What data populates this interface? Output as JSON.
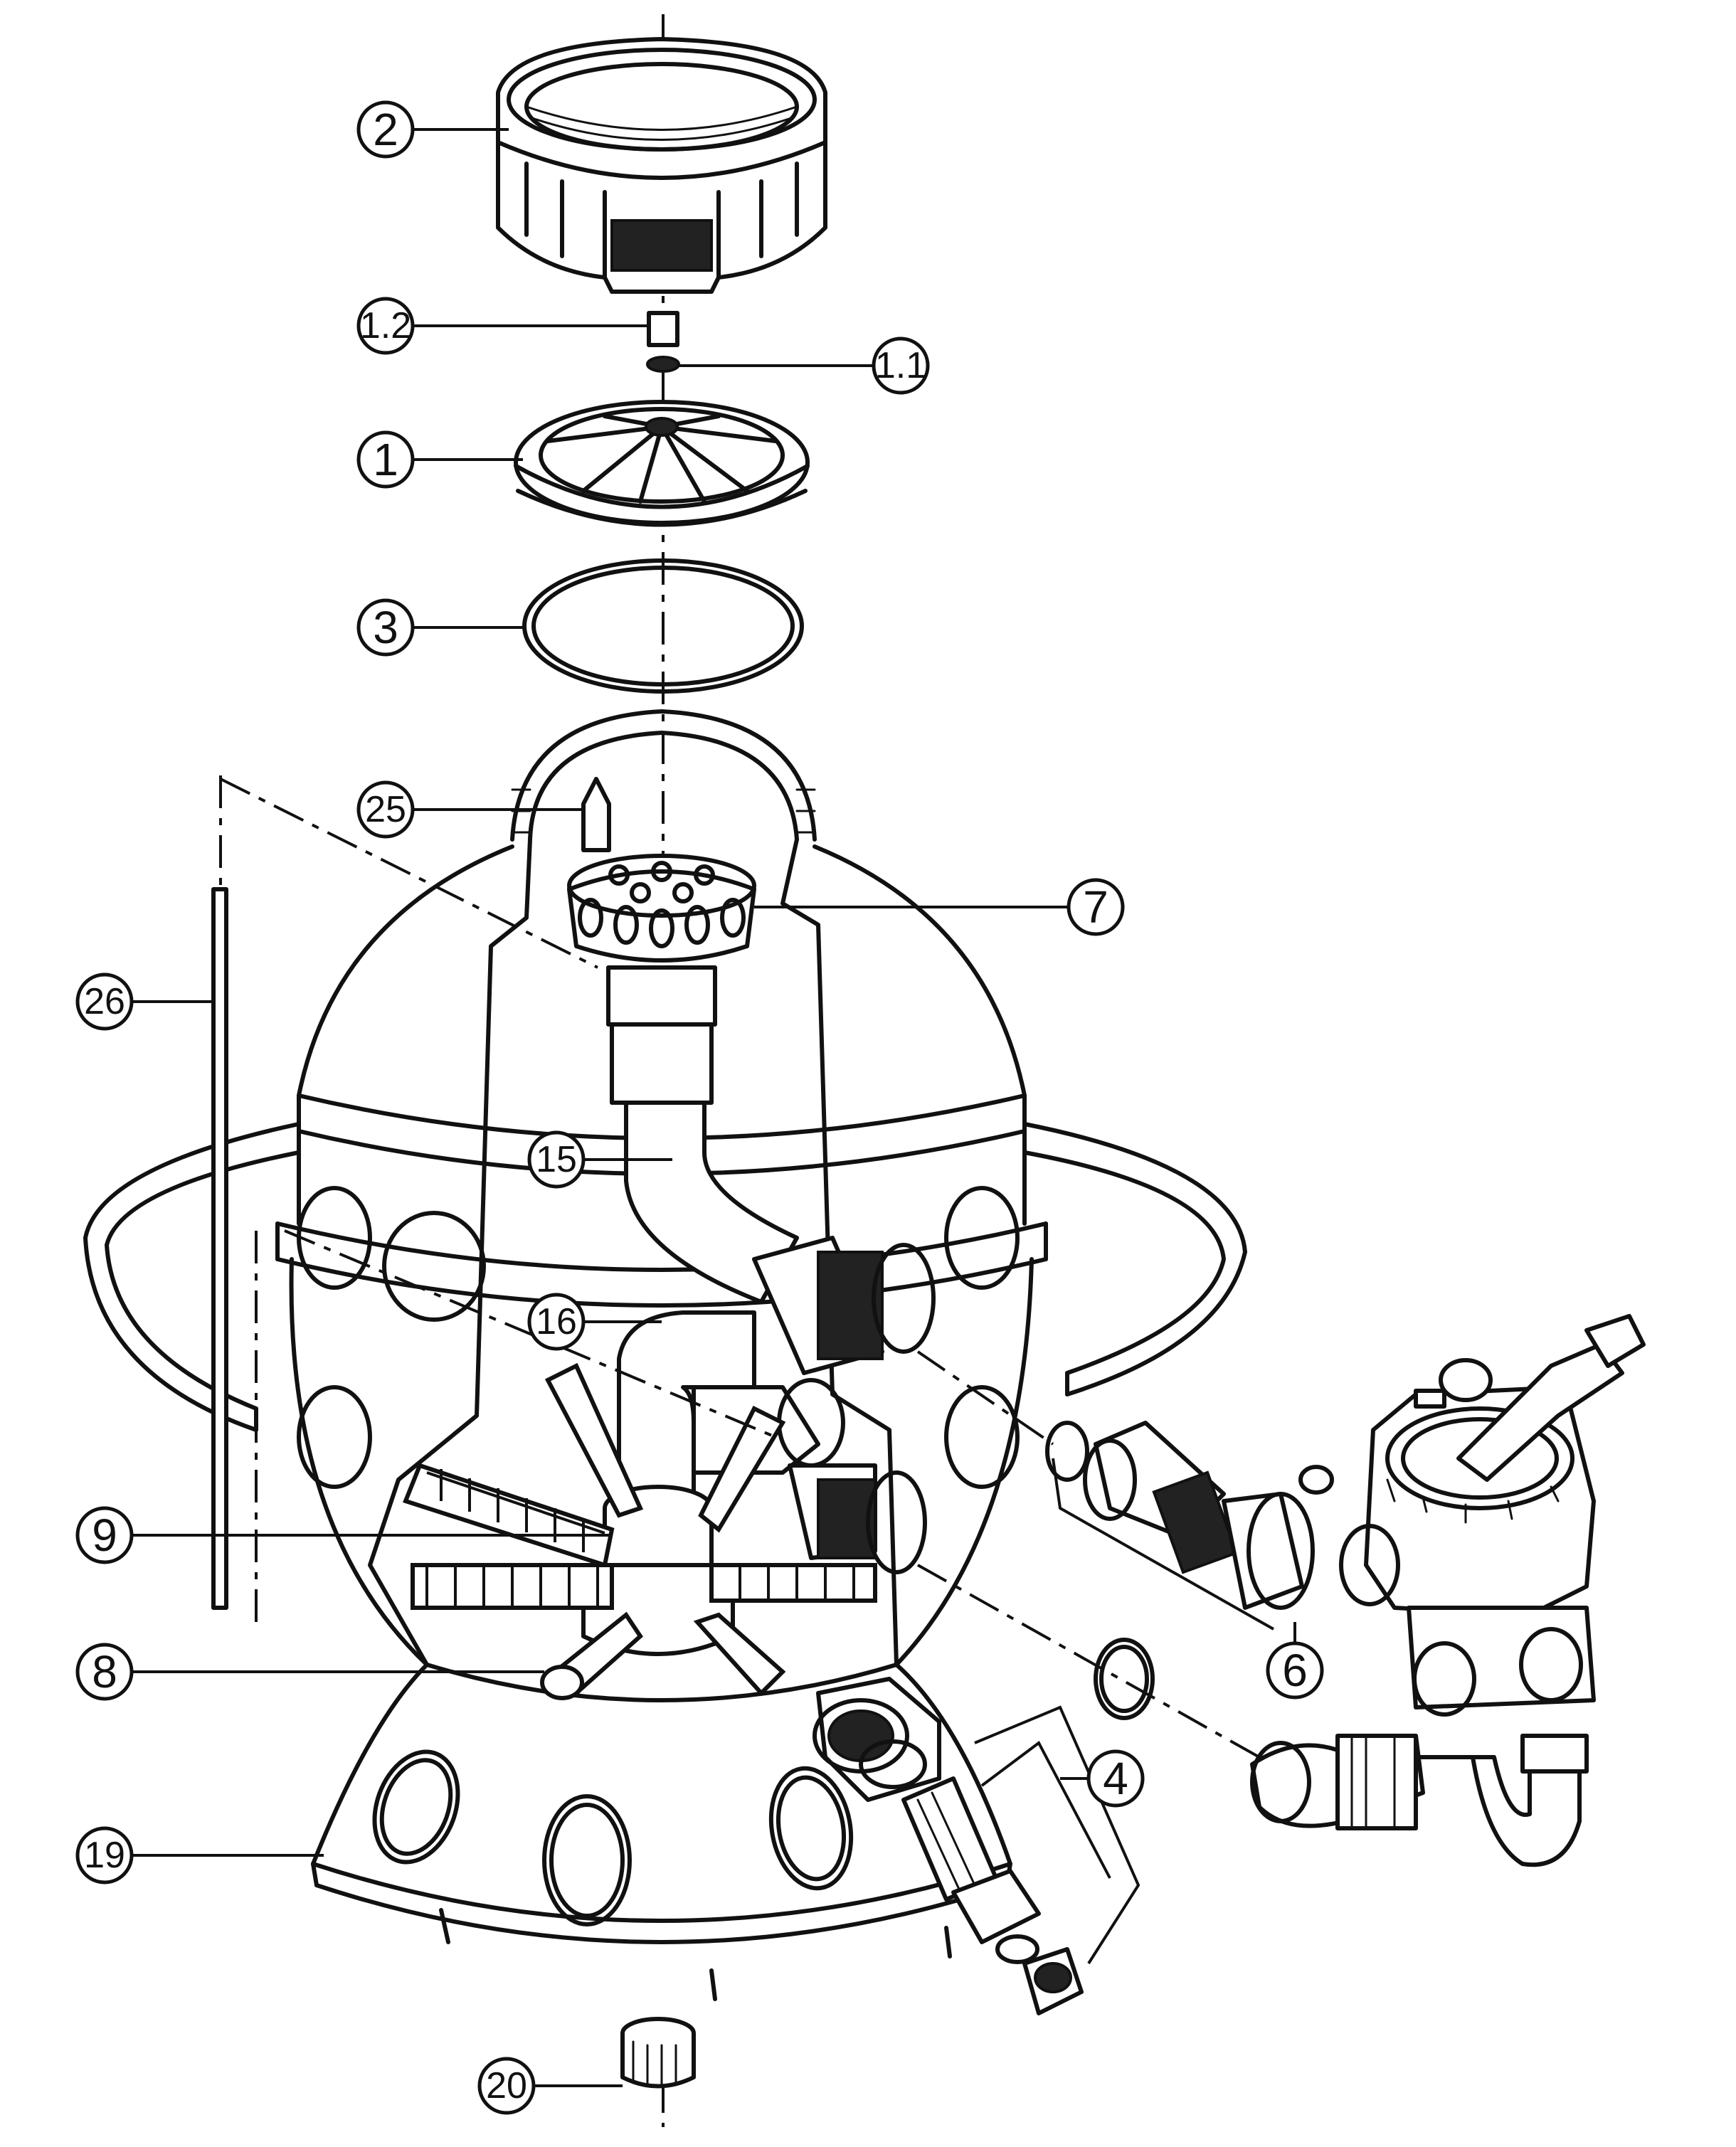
{
  "callouts": [
    {
      "id": "lid-ring",
      "label": "2"
    },
    {
      "id": "vent-valve",
      "label": "1.2"
    },
    {
      "id": "vent-oring",
      "label": "1.1"
    },
    {
      "id": "lid-cover",
      "label": "1"
    },
    {
      "id": "lid-oring",
      "label": "3"
    },
    {
      "id": "air-vent-tube",
      "label": "25"
    },
    {
      "id": "top-diffuser",
      "label": "7"
    },
    {
      "id": "sight-tube",
      "label": "26"
    },
    {
      "id": "upper-pipe",
      "label": "15"
    },
    {
      "id": "collector-pipe",
      "label": "16"
    },
    {
      "id": "collector-hub",
      "label": "9"
    },
    {
      "id": "laterals",
      "label": "8"
    },
    {
      "id": "valve-union",
      "label": "6"
    },
    {
      "id": "drain-assembly",
      "label": "4"
    },
    {
      "id": "base-stand",
      "label": "19"
    },
    {
      "id": "base-plug",
      "label": "20"
    }
  ],
  "colors": {
    "line": "#111111",
    "background": "#ffffff"
  }
}
